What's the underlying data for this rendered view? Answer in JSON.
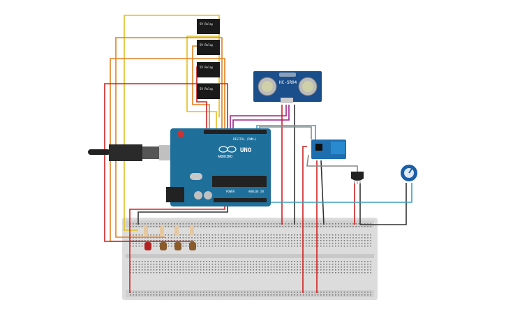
{
  "arduino": {
    "model": "UNO",
    "brand": "ARDUINO",
    "digital_label": "DIGITAL (PWM~)",
    "power_label": "POWER",
    "analog_label": "ANALOG IN",
    "color": "#1f6f9b"
  },
  "ultrasonic": {
    "model": "HC-SR04",
    "color": "#1b4f8c"
  },
  "relays": [
    {
      "name": "relay-1",
      "text": "5V Relay"
    },
    {
      "name": "relay-2",
      "text": "5V Relay"
    },
    {
      "name": "relay-3",
      "text": "5V Relay"
    },
    {
      "name": "relay-4",
      "text": "5V Relay"
    }
  ],
  "wifi_module": {
    "color": "#1f6fb0"
  },
  "temp_sensor": {
    "color": "#222222"
  },
  "potentiometer": {
    "color": "#1b5fa8"
  },
  "leds": [
    {
      "color": "#b22222"
    },
    {
      "color": "#8b5a2b"
    },
    {
      "color": "#8b5a2b"
    },
    {
      "color": "#8b5a2b"
    }
  ],
  "wire_colors": {
    "yellow": "#e0c020",
    "orange": "#e08020",
    "red": "#d02020",
    "black": "#333333",
    "purple": "#a0208a",
    "teal": "#3aa0c0",
    "gray": "#888888"
  }
}
